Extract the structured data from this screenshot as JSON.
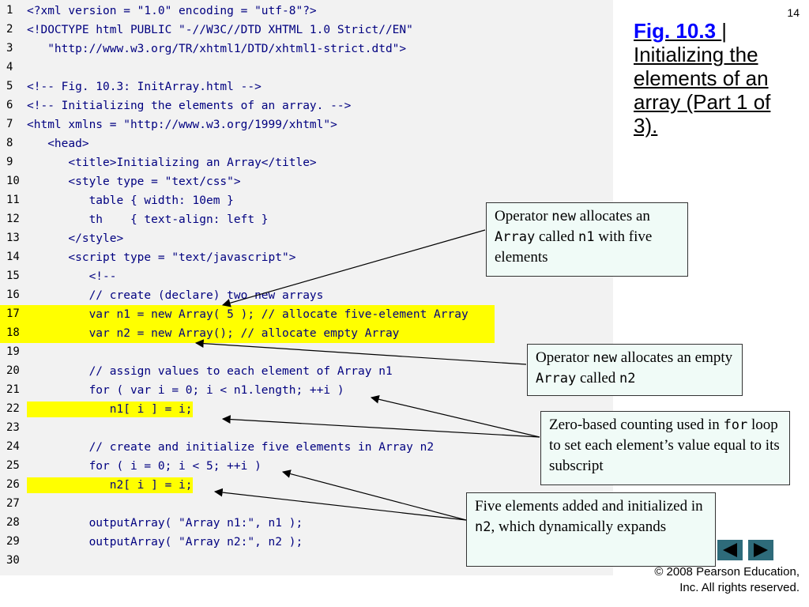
{
  "page_number": "14",
  "figure": {
    "link_text": "Fig. 10.3 ",
    "separator": "| ",
    "title": "Initializing the elements of an array (Part 1 of 3)."
  },
  "code_lines": [
    {
      "num": "1",
      "text": "<?xml version = \"1.0\" encoding = \"utf-8\"?>"
    },
    {
      "num": "2",
      "text": "<!DOCTYPE html PUBLIC \"-//W3C//DTD XHTML 1.0 Strict//EN\""
    },
    {
      "num": "3",
      "text": "   \"http://www.w3.org/TR/xhtml1/DTD/xhtml1-strict.dtd\">"
    },
    {
      "num": "4",
      "text": ""
    },
    {
      "num": "5",
      "text": "<!-- Fig. 10.3: InitArray.html -->"
    },
    {
      "num": "6",
      "text": "<!-- Initializing the elements of an array. -->"
    },
    {
      "num": "7",
      "text": "<html xmlns = \"http://www.w3.org/1999/xhtml\">"
    },
    {
      "num": "8",
      "text": "   <head>"
    },
    {
      "num": "9",
      "text": "      <title>Initializing an Array</title>"
    },
    {
      "num": "10",
      "text": "      <style type = \"text/css\">"
    },
    {
      "num": "11",
      "text": "         table { width: 10em }"
    },
    {
      "num": "12",
      "text": "         th    { text-align: left }"
    },
    {
      "num": "13",
      "text": "      </style>"
    },
    {
      "num": "14",
      "text": "      <script type = \"text/javascript\">"
    },
    {
      "num": "15",
      "text": "         <!--"
    },
    {
      "num": "16",
      "text": "         // create (declare) two new arrays"
    },
    {
      "num": "17",
      "text": "         var n1 = new Array( 5 ); // allocate five-element Array",
      "highlight": "full"
    },
    {
      "num": "18",
      "text": "         var n2 = new Array(); // allocate empty Array",
      "highlight": "full"
    },
    {
      "num": "19",
      "text": ""
    },
    {
      "num": "20",
      "text": "         // assign values to each element of Array n1"
    },
    {
      "num": "21",
      "text": "         for ( var i = 0; i < n1.length; ++i )"
    },
    {
      "num": "22",
      "text": "            n1[ i ] = i;",
      "highlight": "code"
    },
    {
      "num": "23",
      "text": ""
    },
    {
      "num": "24",
      "text": "         // create and initialize five elements in Array n2"
    },
    {
      "num": "25",
      "text": "         for ( i = 0; i < 5; ++i )"
    },
    {
      "num": "26",
      "text": "            n2[ i ] = i;",
      "highlight": "code"
    },
    {
      "num": "27",
      "text": ""
    },
    {
      "num": "28",
      "text": "         outputArray( \"Array n1:\", n1 );"
    },
    {
      "num": "29",
      "text": "         outputArray( \"Array n2:\", n2 );"
    },
    {
      "num": "30",
      "text": ""
    }
  ],
  "callouts": {
    "c1": {
      "pre": "Operator ",
      "code1": "new",
      "mid1": " allocates an ",
      "code2": "Array",
      "mid2": " called ",
      "code3": "n1",
      "post": " with five elements"
    },
    "c2": {
      "pre": "Operator ",
      "code1": "new",
      "mid1": " allocates an empty ",
      "code2": "Array",
      "mid2": " called ",
      "code3": "n2",
      "post": ""
    },
    "c3": {
      "pre": "Zero-based counting used in ",
      "code1": "for",
      "post": " loop to set each element’s value equal to its subscript"
    },
    "c4": {
      "pre": "Five elements added and initialized in ",
      "code1": "n2",
      "post": ", which dynamically expands"
    }
  },
  "nav": {
    "prev_icon": "triangle-left-icon",
    "next_icon": "triangle-right-icon"
  },
  "copyright": {
    "line1": "© 2008 Pearson Education,",
    "line2": "Inc.  All rights reserved."
  },
  "colors": {
    "code_panel": "#f2f2f2",
    "highlight": "#ffff00",
    "code_text": "#000080",
    "link": "#0000ff",
    "callout_bg": "#f0fbf7",
    "nav_button": "#2e6b7a"
  }
}
